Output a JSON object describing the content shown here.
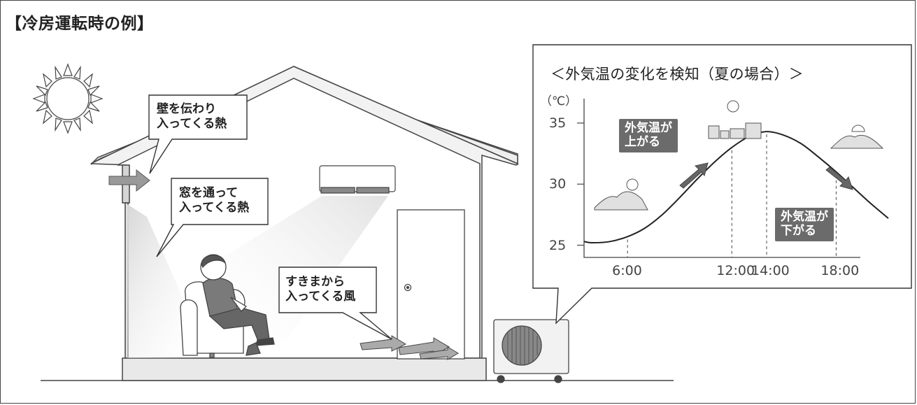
{
  "title": "【冷房運転時の例】",
  "callouts": {
    "wall_heat": "壁を伝わり\n入ってくる熱",
    "window_heat": "窓を通って\n入ってくる熱",
    "draft": "すきまから\n入ってくる風"
  },
  "graph": {
    "title": "＜外気温の変化を検知（夏の場合）＞",
    "y_unit": "（℃）",
    "temp_up": "外気温が\n上がる",
    "temp_down": "外気温が\n下がる"
  },
  "chart_data": {
    "type": "line",
    "title": "＜外気温の変化を検知（夏の場合）＞",
    "ylabel": "（℃）",
    "xlabel": "",
    "x_ticks": [
      "6:00",
      "12:00",
      "14:00",
      "18:00"
    ],
    "y_ticks": [
      25,
      30,
      35
    ],
    "ylim": [
      24,
      37
    ],
    "xlim": [
      3.5,
      21
    ],
    "series": [
      {
        "x": [
          3.5,
          4,
          5,
          6,
          7,
          8,
          9,
          10,
          11,
          12,
          13,
          14,
          15,
          16,
          17,
          18,
          19,
          20,
          21
        ],
        "y": [
          25.3,
          25.2,
          25.3,
          25.7,
          26.4,
          27.5,
          28.9,
          30.4,
          31.8,
          33.0,
          33.9,
          34.3,
          34.0,
          33.3,
          32.2,
          31.0,
          29.7,
          28.4,
          27.2
        ]
      }
    ],
    "vlines": [
      "6:00",
      "12:00",
      "14:00",
      "18:00"
    ]
  }
}
